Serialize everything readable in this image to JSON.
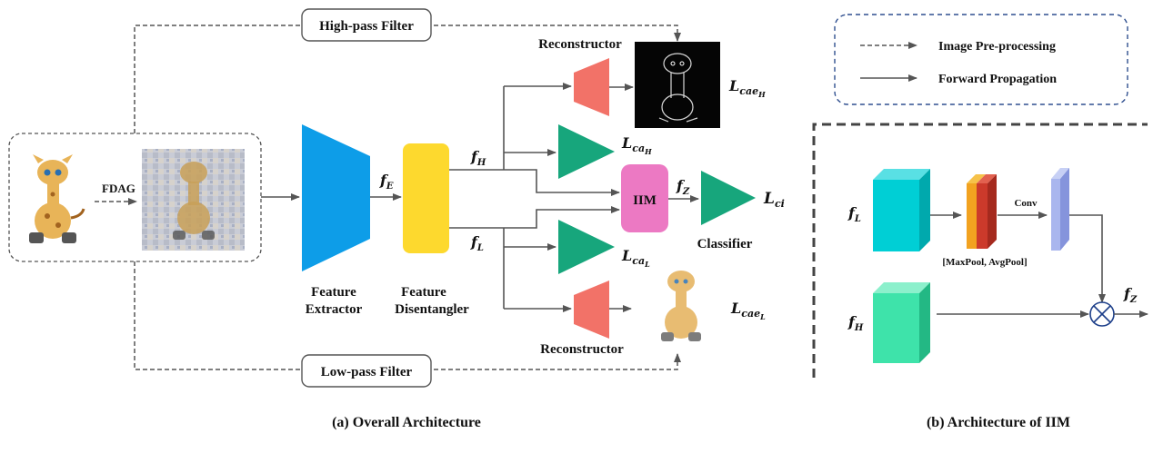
{
  "overall": {
    "caption": "(a) Overall Architecture",
    "high_pass_filter": "High-pass Filter",
    "low_pass_filter": "Low-pass Filter",
    "fdag": "FDAG",
    "feature_extractor": [
      "Feature",
      "Extractor"
    ],
    "feature_disentangler": [
      "Feature",
      "Disentangler"
    ],
    "reconstructor_top": "Reconstructor",
    "reconstructor_bottom": "Reconstructor",
    "iim": "IIM",
    "classifier": "Classifier",
    "f_E": {
      "base": "f",
      "sub": "E"
    },
    "f_H": {
      "base": "f",
      "sub": "H"
    },
    "f_L": {
      "base": "f",
      "sub": "L"
    },
    "f_Z": {
      "base": "f",
      "sub": "Z"
    },
    "L_cae_H": {
      "base": "L",
      "sub": "cae",
      "subsub": "H"
    },
    "L_ca_H": {
      "base": "L",
      "sub": "ca",
      "subsub": "H"
    },
    "L_ci": {
      "base": "L",
      "sub": "ci"
    },
    "L_ca_L": {
      "base": "L",
      "sub": "ca",
      "subsub": "L"
    },
    "L_cae_L": {
      "base": "L",
      "sub": "cae",
      "subsub": "L"
    }
  },
  "legend": {
    "dashed": "Image Pre-processing",
    "solid": "Forward Propagation"
  },
  "iim": {
    "caption": "(b) Architecture of IIM",
    "f_L": {
      "base": "f",
      "sub": "L"
    },
    "f_H": {
      "base": "f",
      "sub": "H"
    },
    "f_Z": {
      "base": "f",
      "sub": "Z"
    },
    "pool_label": "[MaxPool, AvgPool]",
    "conv_label": "Conv"
  },
  "colors": {
    "extractor": "#0d9de8",
    "disentangler": "#fdd92e",
    "reconstructor": "#f27268",
    "classifier": "#17a67c",
    "iim": "#ec79c3",
    "legend_border": "#2f4f8f",
    "fl_cube": "#00cfd5",
    "fh_cube": "#3ee3aa",
    "conv_plate": "#a9b6ee",
    "pool_orange": "#f2a220",
    "pool_red": "#cc3a2b",
    "arrow": "#555555"
  }
}
